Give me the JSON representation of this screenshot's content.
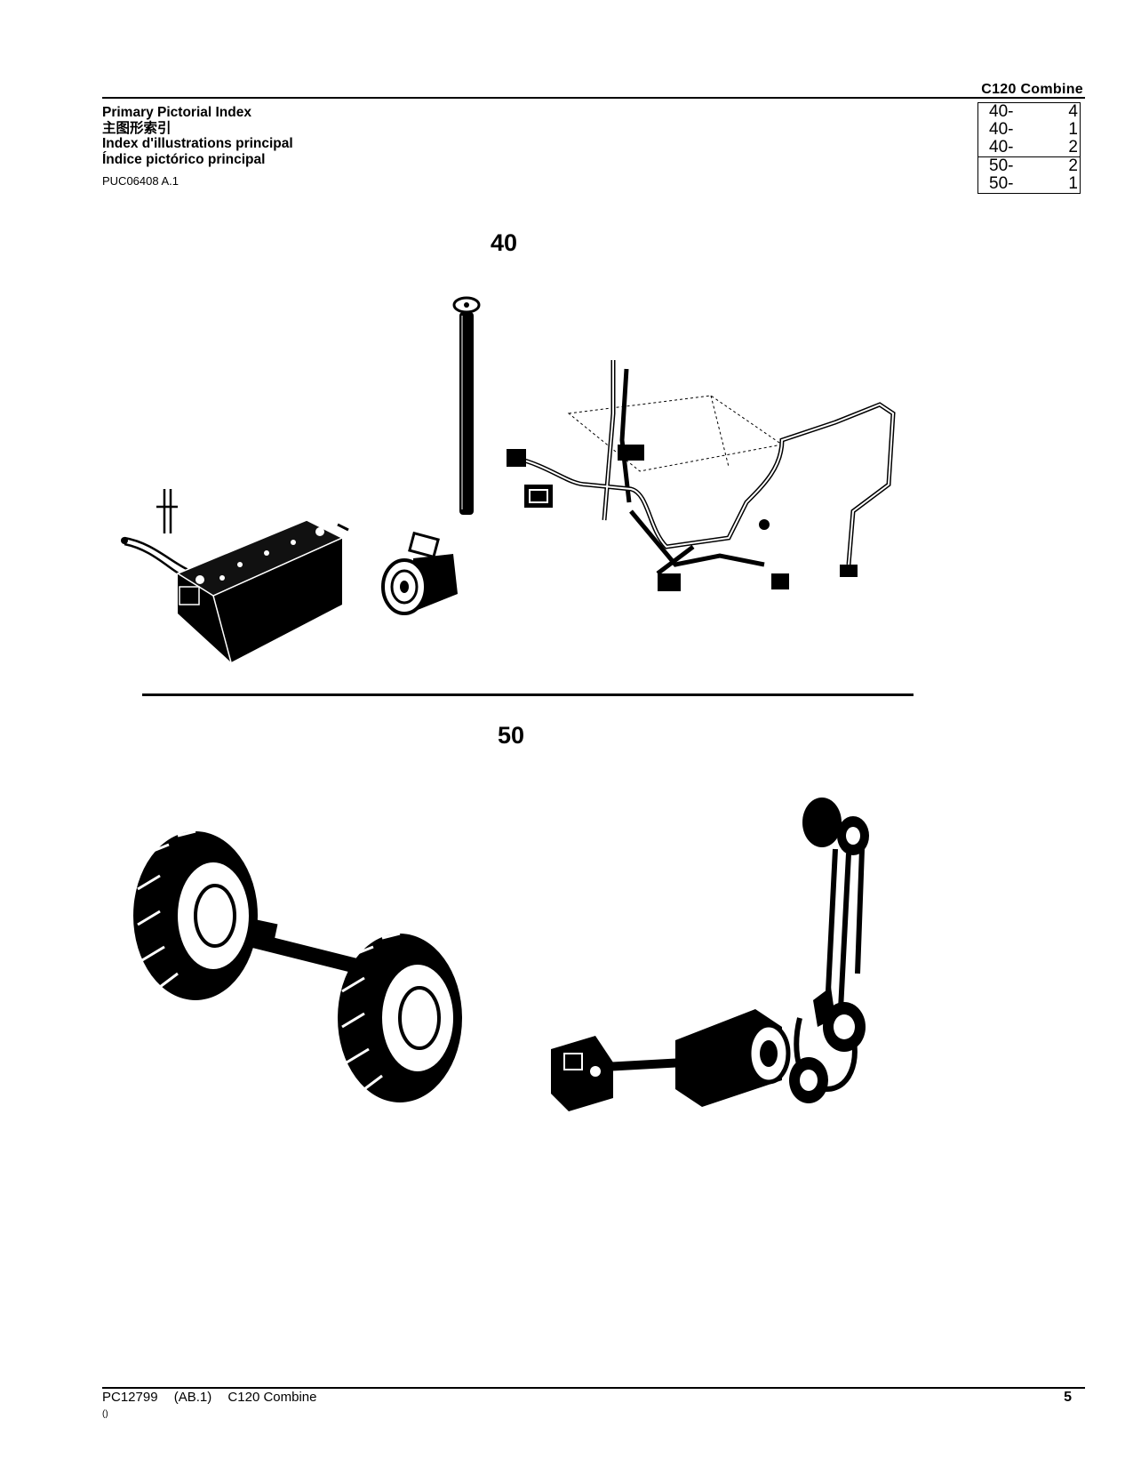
{
  "header": {
    "machine": "C120  Combine",
    "titles": [
      "Primary Pictorial Index",
      "主图形索引",
      "Index d'illustrations principal",
      "Índice pictórico principal"
    ],
    "code": "PUC06408 A.1"
  },
  "index_table": {
    "groups": [
      {
        "rows": [
          {
            "section": "40-",
            "page": "4"
          },
          {
            "section": "40-",
            "page": "1"
          },
          {
            "section": "40-",
            "page": "2"
          }
        ]
      },
      {
        "rows": [
          {
            "section": "50-",
            "page": "2"
          },
          {
            "section": "50-",
            "page": "1"
          }
        ]
      }
    ]
  },
  "sections": [
    {
      "label": "40",
      "illustrations": [
        "battery",
        "horn",
        "antenna-mast",
        "wiring-harness"
      ]
    },
    {
      "label": "50",
      "illustrations": [
        "drive-axle-wheels",
        "transmission-belt-drive"
      ]
    }
  ],
  "footer": {
    "doc": "PC12799",
    "rev": "(AB.1)",
    "title": "C120 Combine",
    "sub": "()",
    "page": "5"
  }
}
